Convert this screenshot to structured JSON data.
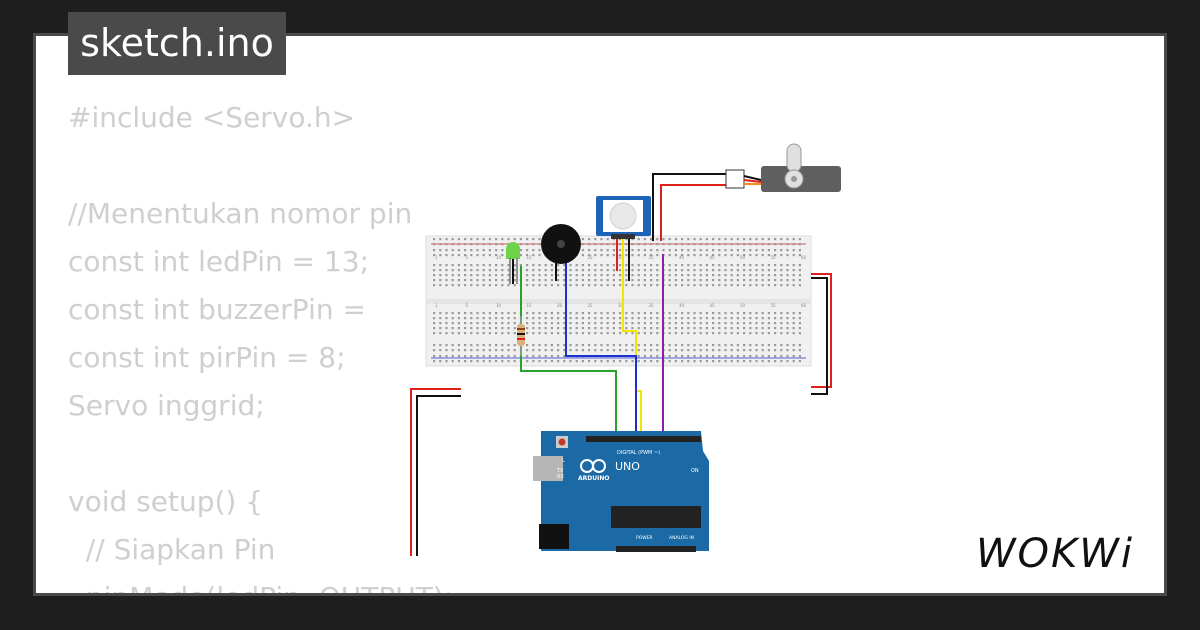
{
  "tab": {
    "title": "sketch.ino"
  },
  "code": {
    "lines": [
      "#include <Servo.h>",
      "",
      "//Menentukan nomor pin",
      "const int ledPin = 13;",
      "const int buzzerPin =",
      "const int pirPin = 8;",
      "Servo inggrid;",
      "",
      "void setup() {",
      "  // Siapkan Pin",
      "  pinMode(ledPin, OUTPUT);"
    ]
  },
  "board": {
    "brand": "ARDUINO",
    "model": "UNO",
    "digital_label": "DIGITAL (PWM ~)",
    "power_label": "POWER",
    "analog_label": "ANALOG IN",
    "tx_label": "TX",
    "rx_label": "RX",
    "l_label": "L",
    "on_label": "ON"
  },
  "breadboard": {
    "column_numbers": [
      "1",
      "5",
      "10",
      "15",
      "20",
      "25",
      "30",
      "35",
      "40",
      "45",
      "50",
      "55",
      "60"
    ]
  },
  "logo": {
    "text": "WOKWi"
  },
  "colors": {
    "background": "#1e1e1e",
    "card": "#ffffff",
    "tab_bg": "#4a4a4a",
    "code_text": "#cfcfcf",
    "arduino_blue": "#1b6aa6",
    "wire_red": "#e0201b",
    "wire_black": "#111111",
    "wire_green": "#2aa12a",
    "wire_blue": "#1c2fd1",
    "wire_yellow": "#f2e600",
    "wire_purple": "#8b1fa8"
  }
}
